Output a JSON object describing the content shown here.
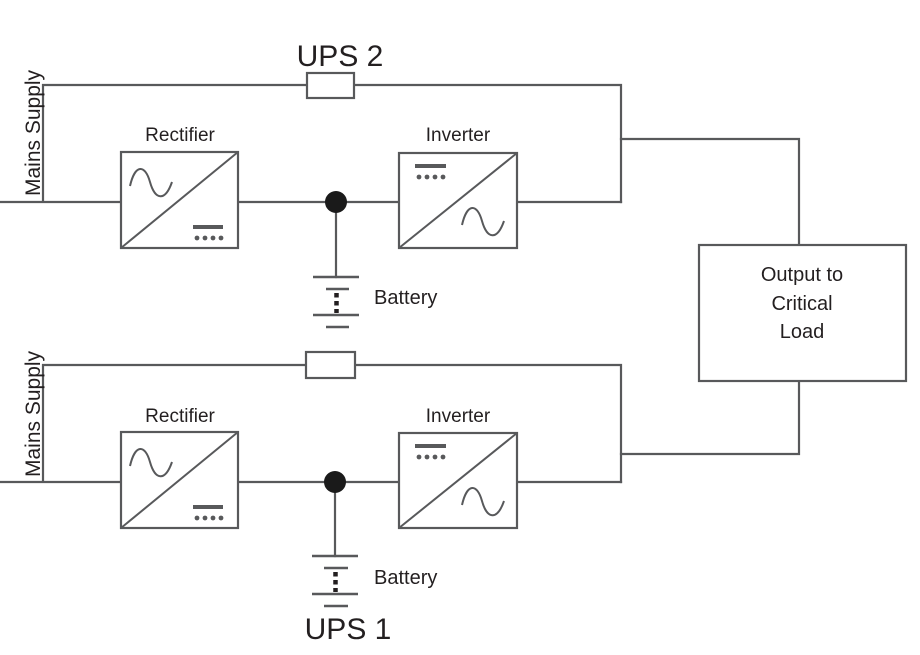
{
  "ups2": {
    "name": "UPS 2",
    "mains_label": "Mains Supply",
    "rectifier_label": "Rectifier",
    "inverter_label": "Inverter",
    "battery_label": "Battery"
  },
  "ups1": {
    "name": "UPS 1",
    "mains_label": "Mains Supply",
    "rectifier_label": "Rectifier",
    "inverter_label": "Inverter",
    "battery_label": "Battery"
  },
  "output": {
    "line1": "Output to",
    "line2": "Critical",
    "line3": "Load"
  },
  "colors": {
    "line": "#58595B",
    "text": "#231F20",
    "junction": "#1A1A1A",
    "background": "#FFFFFF"
  }
}
